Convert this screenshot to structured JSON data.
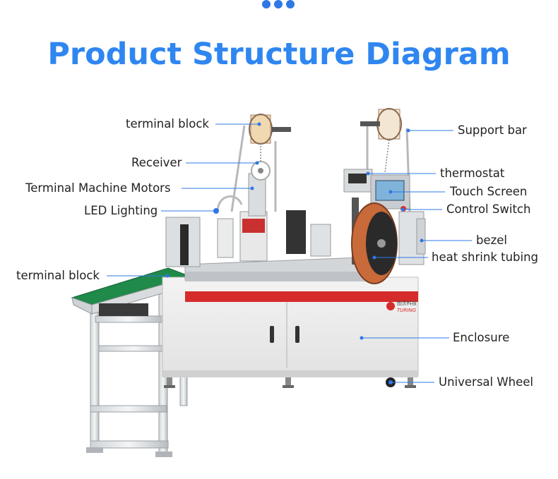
{
  "title": "Product Structure Diagram",
  "labels": {
    "terminal_block_top": "terminal block",
    "receiver": "Receiver",
    "terminal_machine_motors": "Terminal Machine Motors",
    "led_lighting": "LED Lighting",
    "terminal_block_left": "terminal block",
    "support_bar": "Support bar",
    "thermostat": "thermostat",
    "touch_screen": "Touch Screen",
    "control_switch": "Control Switch",
    "bezel": "bezel",
    "heat_shrink_tubing": "heat shrink tubing",
    "enclosure": "Enclosure",
    "universal_wheel": "Universal Wheel"
  },
  "brand": {
    "chinese": "图灵科技",
    "latin": "TURING"
  },
  "colors": {
    "title": "#2f86f0",
    "dots": "#2f78e6",
    "leader_line": "#2f78e6",
    "stripe": "#d62b2b",
    "conveyor": "#1f8a4a"
  }
}
